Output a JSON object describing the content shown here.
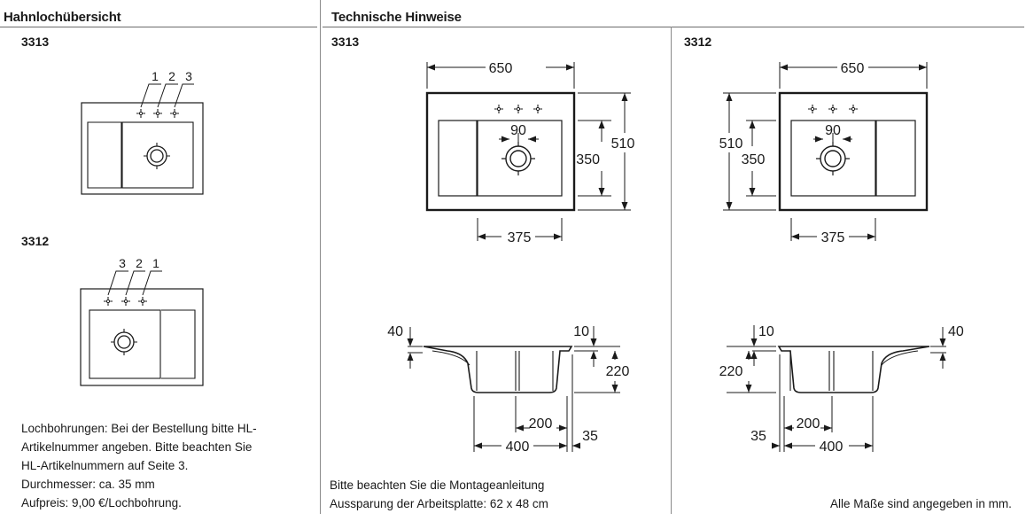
{
  "headers": {
    "left": "Hahnlochübersicht",
    "right": "Technische Hinweise"
  },
  "models": {
    "m3313": "3313",
    "m3312": "3312"
  },
  "hole_numbers": {
    "one": "1",
    "two": "2",
    "three": "3"
  },
  "dimensions": {
    "width": "650",
    "depth": "510",
    "bowl_depth": "350",
    "drain_offset": "90",
    "bowl_width": "375",
    "rim_height": "40",
    "rim_thickness": "10",
    "bowl_height": "220",
    "cabinet_offset": "200",
    "cabinet_width": "400",
    "side_gap": "35"
  },
  "notes": {
    "left": [
      "Lochbohrungen: Bei der Bestellung bitte HL-",
      "Artikelnummer angeben. Bitte beachten Sie",
      "HL-Artikelnummern auf Seite 3.",
      "Durchmesser: ca. 35 mm",
      "Aufpreis: 9,00 €/Lochbohrung."
    ],
    "middle": [
      "Bitte beachten Sie die Montageanleitung",
      "Aussparung der Arbeitsplatte: 62 x 48 cm"
    ],
    "right": "Alle Maße sind angegeben in mm."
  }
}
